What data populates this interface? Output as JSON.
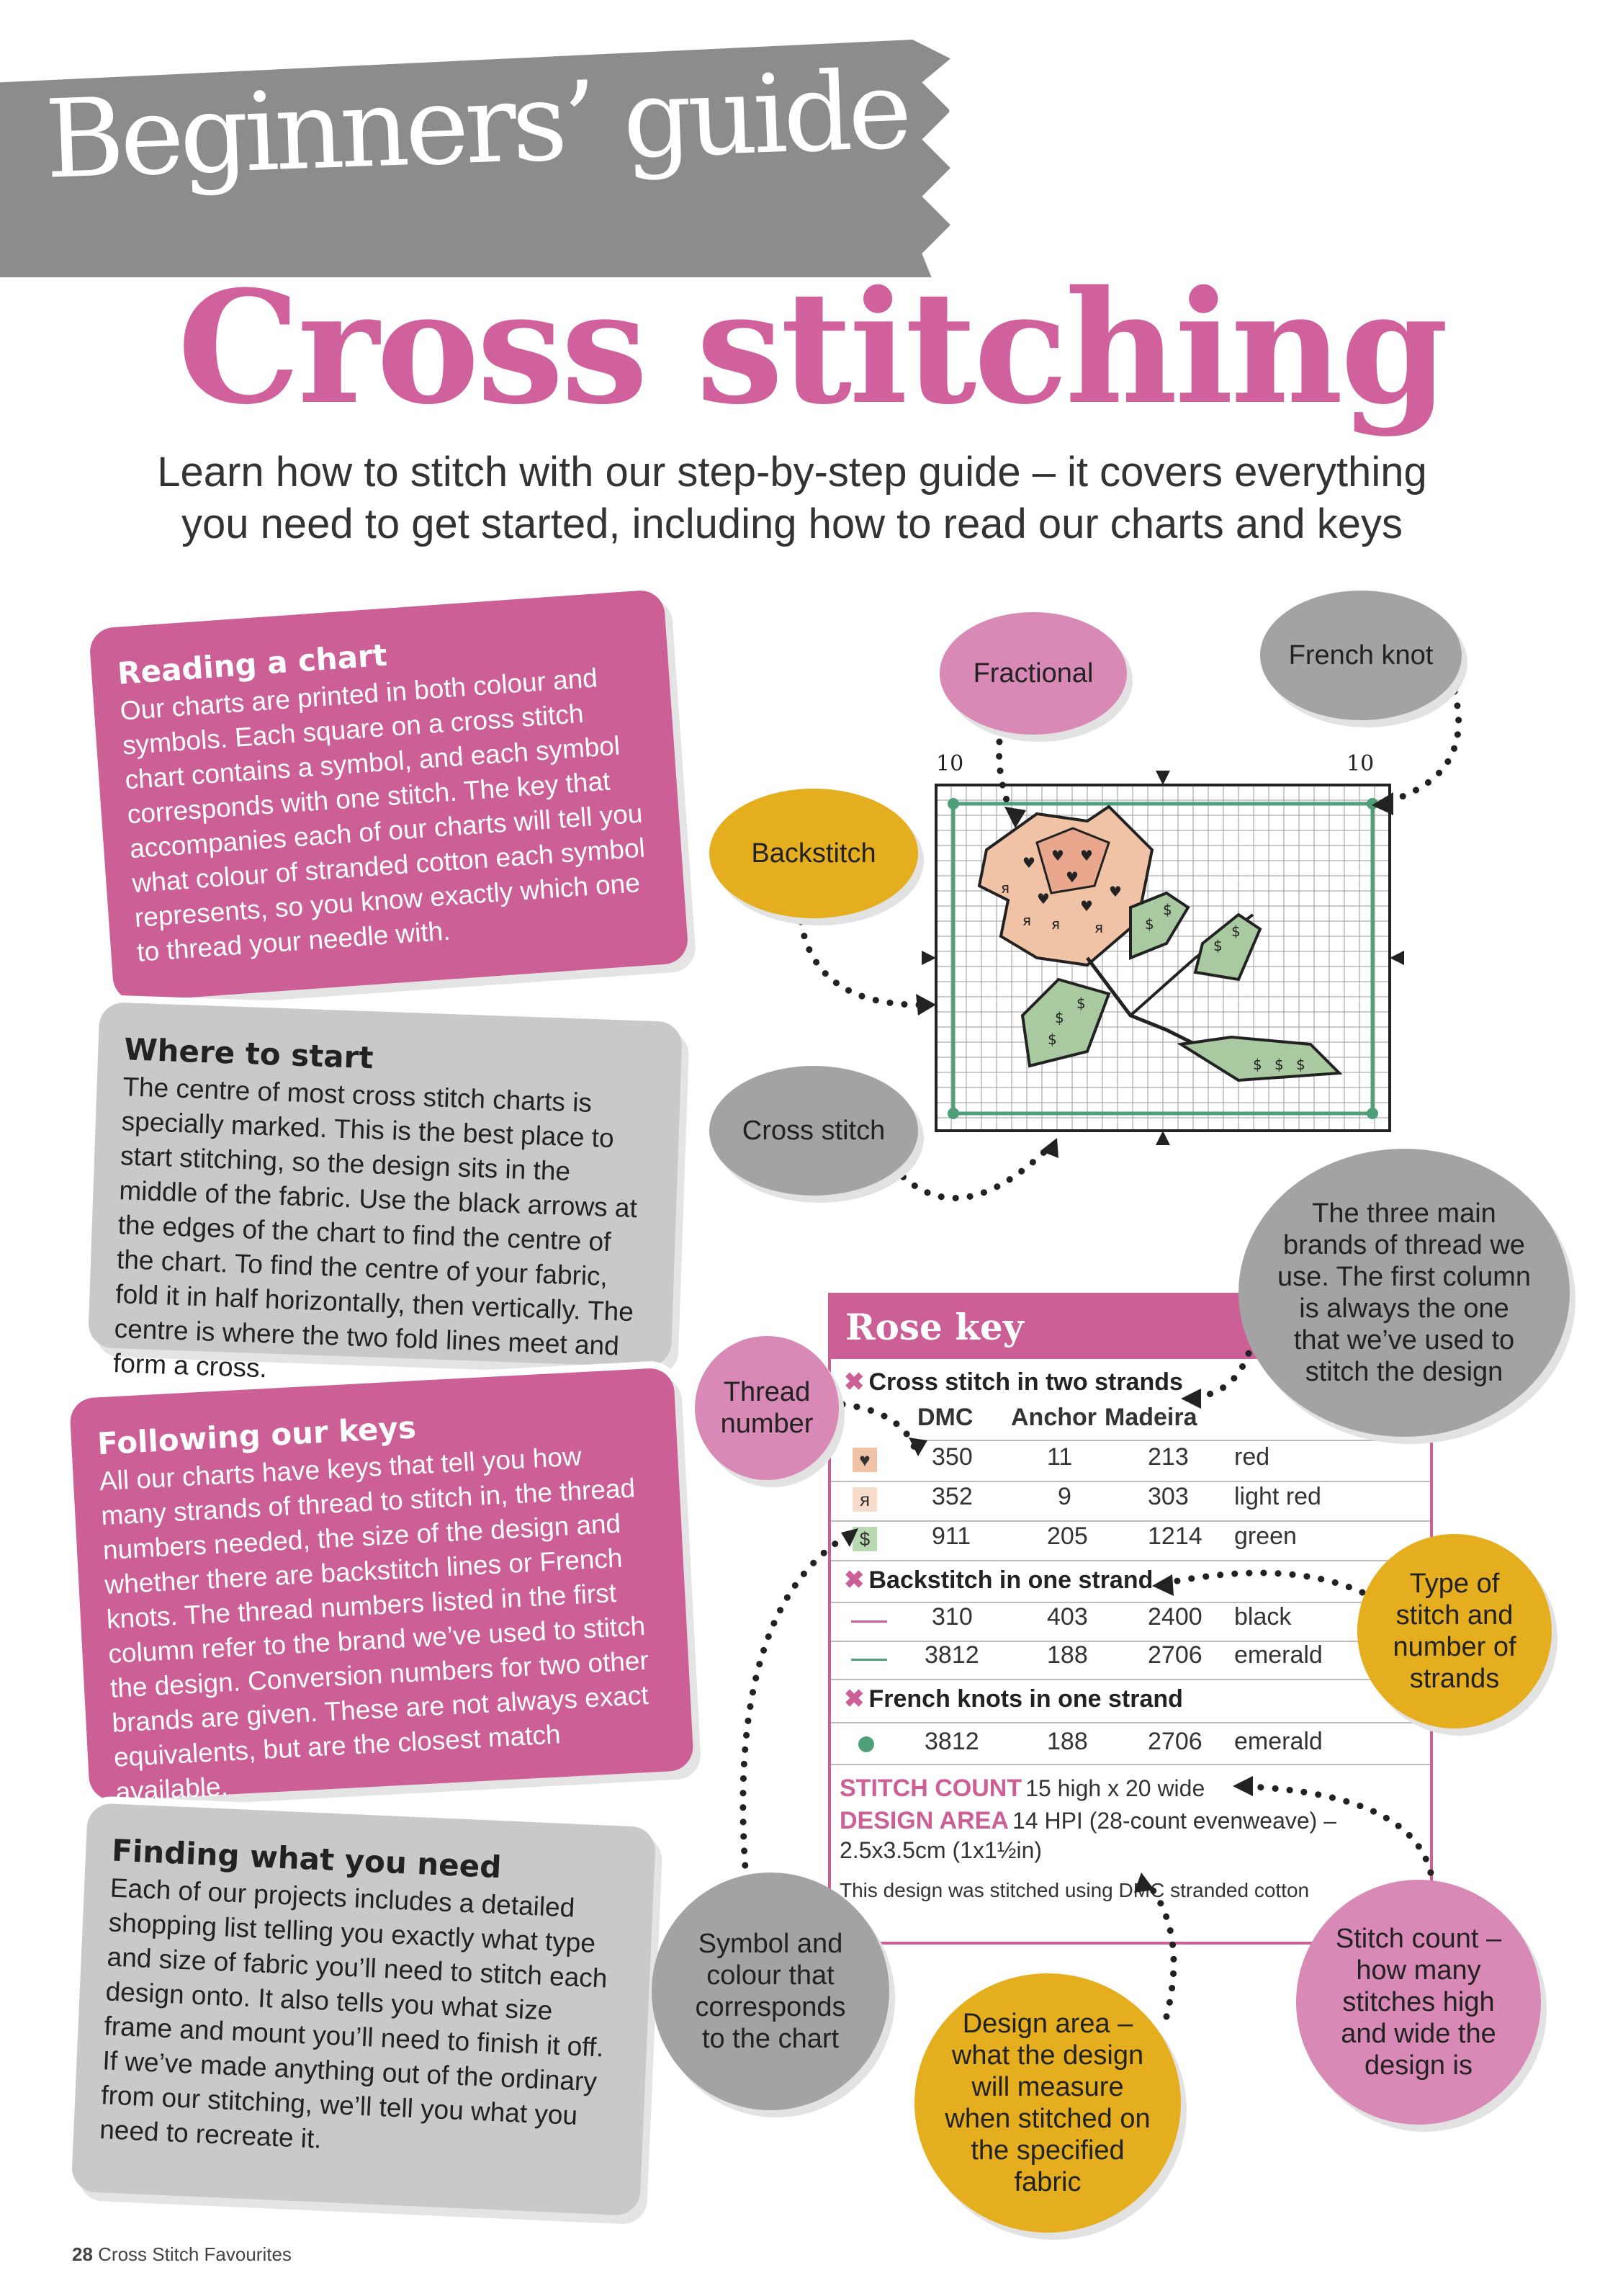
{
  "header": {
    "banner": "Beginners’ guide to",
    "title": "Cross stitching",
    "subtitle_line1": "Learn how to stitch with our step-by-step guide – it covers everything",
    "subtitle_line2": "you need to get started, including how to read our charts and keys"
  },
  "cards": [
    {
      "title": "Reading a chart",
      "body": "Our charts are printed in both colour and symbols. Each square on a cross stitch chart contains a symbol, and each symbol corresponds with one stitch. The key that accompanies each of our charts will tell you what colour of stranded cotton each symbol represents, so you know exactly which one to thread your needle with."
    },
    {
      "title": "Where to start",
      "body": "The centre of most cross stitch charts is specially marked. This is the best place to start stitching, so the design sits in the middle of the fabric. Use the black arrows at the edges of the chart to find the centre of the chart. To find the centre of your fabric, fold it in half horizontally, then vertically. The centre is where the two fold lines meet and form a cross."
    },
    {
      "title": "Following our keys",
      "body": "All our charts have keys that tell you how many strands of thread to stitch in, the thread numbers needed, the size of the design and whether there are backstitch lines or French knots. The thread numbers listed in the first column refer to the brand we’ve used to stitch the design. Conversion numbers for two other brands are given. These are not always exact equivalents, but are the closest match available."
    },
    {
      "title": "Finding what you need",
      "body": "Each of our projects includes a detailed shopping list telling you exactly what type and size of fabric you’ll need to stitch each design onto. It also tells you what size frame and mount you’ll need to finish it off. If we’ve made anything out of the ordinary from our stitching, we’ll tell you what you need to recreate it."
    }
  ],
  "bubbles": {
    "fractional": "Fractional",
    "french_knot": "French knot",
    "backstitch": "Backstitch",
    "cross_stitch": "Cross stitch",
    "brands": "The three main brands of thread we use. The first column is always the one that we’ve used to stitch the design",
    "thread_number": "Thread number",
    "type_of_stitch": "Type of stitch and number of strands",
    "symbol_colour": "Symbol and colour that corresponds to the chart",
    "design_area": "Design area – what the design will measure when stitched on the specified fabric",
    "stitch_count": "Stitch count – how many stitches high and wide the design is"
  },
  "chart": {
    "tick_left": "10",
    "tick_right": "10",
    "symbol_heart": "♥",
    "symbol_ya": "я",
    "symbol_dollar": "$"
  },
  "key": {
    "title": "Rose key",
    "cross_section": "Cross stitch in two strands",
    "headers": [
      "DMC",
      "Anchor",
      "Madeira"
    ],
    "cross_rows": [
      {
        "symbol": "♥",
        "dmc": "350",
        "anchor": "11",
        "madeira": "213",
        "name": "red"
      },
      {
        "symbol": "я",
        "dmc": "352",
        "anchor": "9",
        "madeira": "303",
        "name": "light red"
      },
      {
        "symbol": "$",
        "dmc": "911",
        "anchor": "205",
        "madeira": "1214",
        "name": "green"
      }
    ],
    "back_section": "Backstitch in one strand",
    "back_rows": [
      {
        "dmc": "310",
        "anchor": "403",
        "madeira": "2400",
        "name": "black"
      },
      {
        "dmc": "3812",
        "anchor": "188",
        "madeira": "2706",
        "name": "emerald"
      }
    ],
    "knot_section": "French knots in one strand",
    "knot_rows": [
      {
        "dmc": "3812",
        "anchor": "188",
        "madeira": "2706",
        "name": "emerald"
      }
    ],
    "stitch_count_label": "STITCH COUNT",
    "stitch_count_value": "15 high x 20 wide",
    "design_area_label": "DESIGN AREA",
    "design_area_value": "14 HPI (28-count evenweave) –",
    "design_area_value2": "2.5x3.5cm (1x1½in)",
    "note": "This design was stitched using DMC stranded cotton"
  },
  "footer": {
    "page": "28",
    "magazine": "Cross Stitch Favourites"
  },
  "colors": {
    "pink": "#cd5f97",
    "grey": "#c9c9c9",
    "gold": "#e5ae1f",
    "green": "#4fa07a"
  }
}
